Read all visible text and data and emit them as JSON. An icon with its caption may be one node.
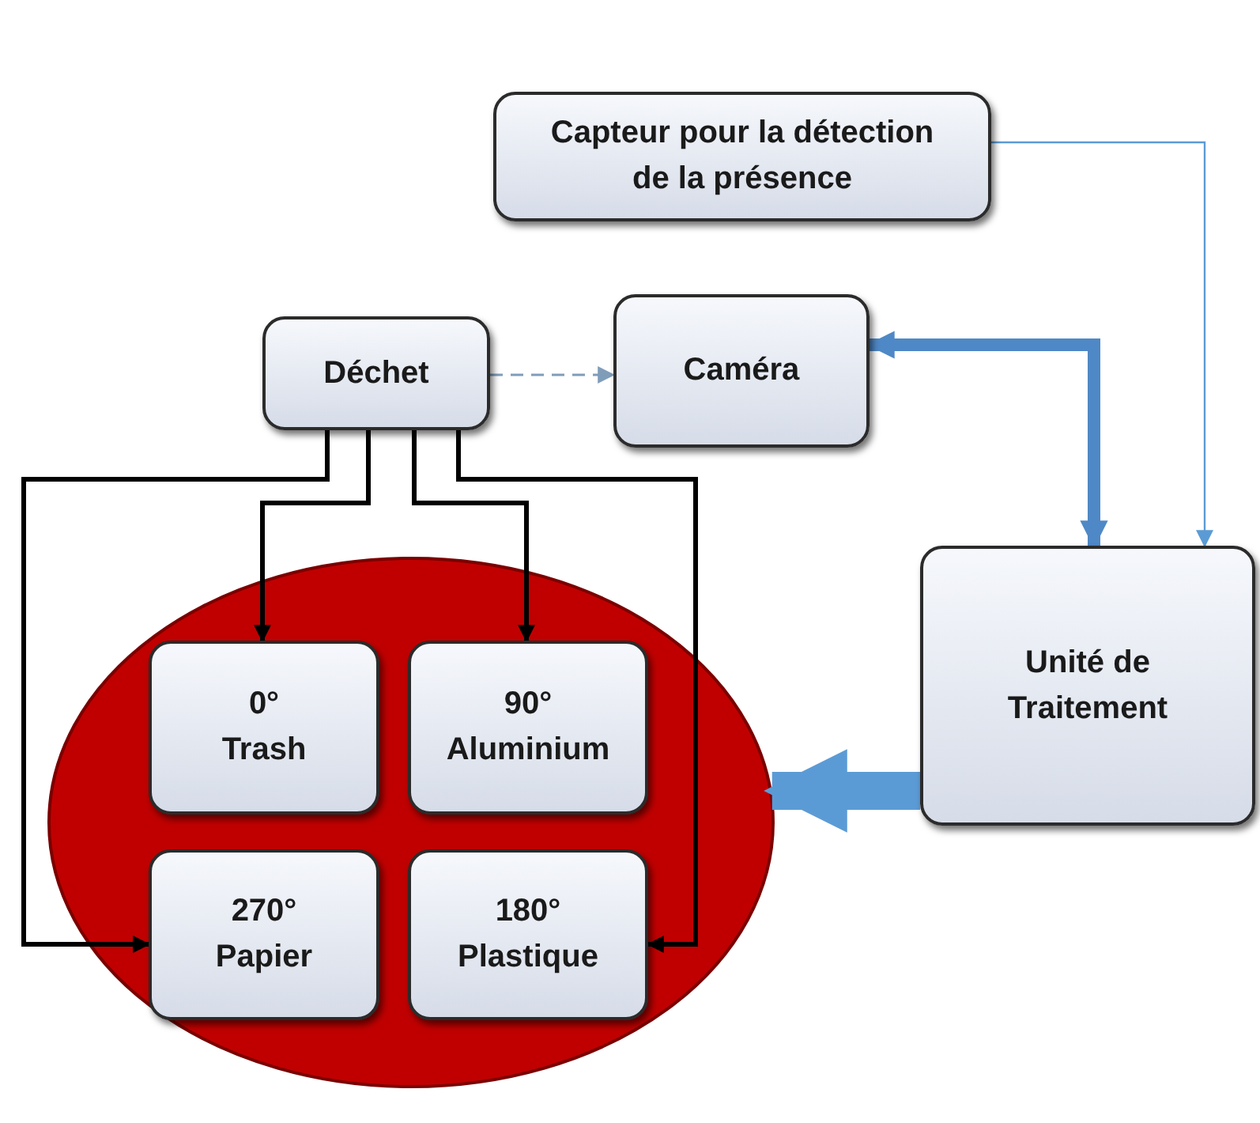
{
  "diagram": {
    "nodes": [
      {
        "text": [
          "Capteur pour la détection de la présence"
        ]
      },
      {
        "text": [
          "Déchet"
        ]
      },
      {
        "text": [
          "Caméra"
        ]
      },
      {
        "text": [
          "Unité de Traitement"
        ]
      },
      {
        "text": [],
        "shape": "circle"
      },
      {
        "text": [
          "0°",
          "Trash"
        ],
        "in": 4
      },
      {
        "text": [
          "90°",
          "Aluminium"
        ],
        "in": 4
      },
      {
        "text": [
          "270°",
          "Papier"
        ],
        "in": 4
      },
      {
        "text": [
          "180°",
          "Plastique"
        ],
        "in": 4
      }
    ],
    "edges": [
      {
        "from": 0,
        "to": 3,
        "arrow": "to",
        "color": "#5b9bd5"
      },
      {
        "from": 1,
        "to": 2,
        "arrow": "to",
        "style": "dashed",
        "color": "#7f9db9"
      },
      {
        "from": 2,
        "to": 3,
        "arrow": "both",
        "style": "thick",
        "color": "#4f88c6"
      },
      {
        "from": 3,
        "to": 4,
        "arrow": "to",
        "style": "thick",
        "color": "#5b9bd5"
      },
      {
        "from": 1,
        "to": 7,
        "arrow": "to"
      },
      {
        "from": 1,
        "to": 5,
        "arrow": "to"
      },
      {
        "from": 1,
        "to": 6,
        "arrow": "to"
      },
      {
        "from": 1,
        "to": 8,
        "arrow": "to"
      }
    ]
  }
}
